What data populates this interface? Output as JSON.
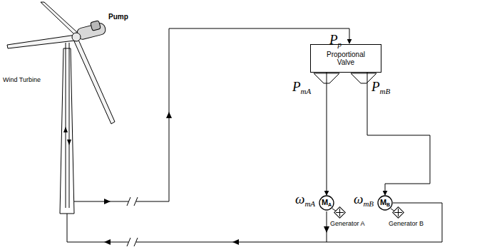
{
  "diagram": {
    "nodes": [
      {
        "text": [
          "Proportional Valve"
        ]
      },
      {
        "text": [
          "MA"
        ]
      },
      {
        "text": [
          "MB"
        ]
      }
    ],
    "edges": [
      {
        "from": 0,
        "to": 1,
        "arrow": "to"
      },
      {
        "from": 0,
        "to": 2,
        "arrow": "to"
      }
    ],
    "labels": [
      "Wind Turbine",
      "Pump",
      "Pp",
      "PmA",
      "PmB",
      "ωmA",
      "ωmB",
      "Generator A",
      "Generator B"
    ]
  }
}
